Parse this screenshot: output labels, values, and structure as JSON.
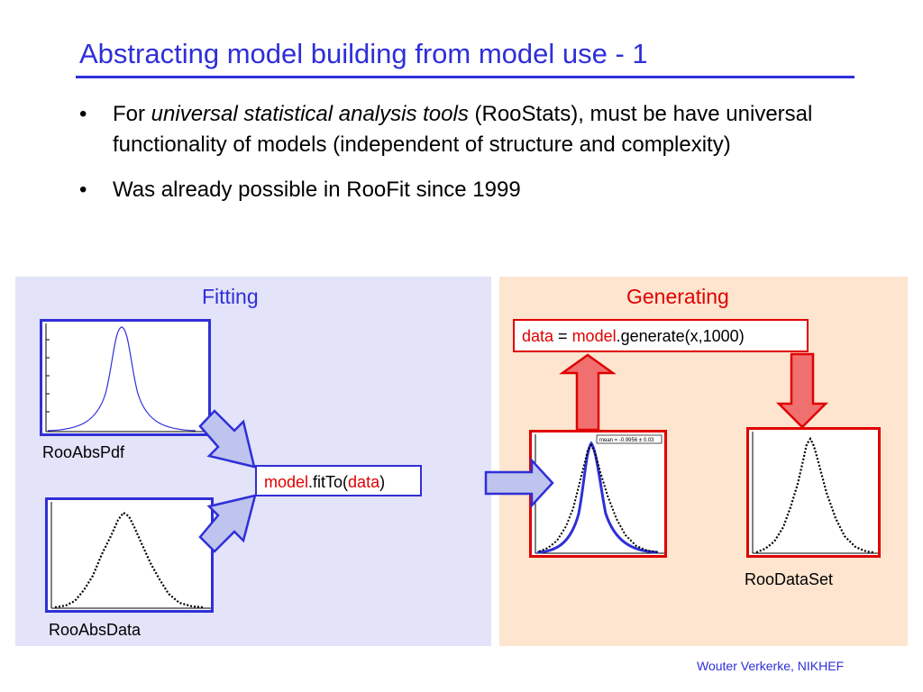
{
  "slide": {
    "title": "Abstracting model building from model use - 1",
    "bullets": [
      {
        "marker": "•",
        "pre": "For ",
        "emph": "universal statistical analysis tools",
        "post": " (RooStats), must be have universal functionality of models (independent of structure and complexity)"
      },
      {
        "marker": "•",
        "text": "Was already possible in RooFit since 1999"
      }
    ],
    "footer": "Wouter Verkerke, NIKHEF"
  },
  "fitting": {
    "title": "Fitting",
    "pdf_label": "RooAbsPdf",
    "data_label": "RooAbsData",
    "call": {
      "model": "model",
      "method": ".fitTo(",
      "arg": "data",
      "close": ")"
    }
  },
  "generating": {
    "title": "Generating",
    "call": {
      "lhs": "data",
      "eq": " = ",
      "model": "model",
      "method": ".generate(x,1000)"
    },
    "stats_box": "mean = -0.9956 ± 0.03",
    "dataset_label": "RooDataSet"
  },
  "colors": {
    "title_blue": "#2f2fd8",
    "fitting_bg": "#e3e3fa",
    "generating_bg": "#fde5cf",
    "accent_red": "#e00000",
    "arrow_blue_fill": "#bfc4ee",
    "arrow_red_fill": "#f07070"
  },
  "icons": {
    "pdf_plot": "gaussian-curve-plot",
    "data_plot": "histogram-points-plot",
    "arrows": "block-arrow"
  }
}
